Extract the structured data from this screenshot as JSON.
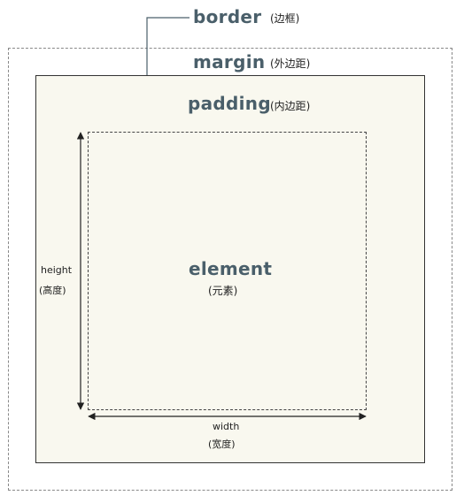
{
  "diagram": {
    "border": {
      "label": "border",
      "note": "(边框)"
    },
    "margin": {
      "label": "margin",
      "note": "(外边距)"
    },
    "padding": {
      "label": "padding",
      "note": "(内边距)"
    },
    "element": {
      "label": "element",
      "note": "(元素)"
    },
    "height": {
      "label": "height",
      "note": "(高度)"
    },
    "width": {
      "label": "width",
      "note": "(宽度)"
    }
  },
  "colors": {
    "label": "#4a5f6a",
    "content_fill": "#f9f8ef",
    "line": "#333333"
  }
}
